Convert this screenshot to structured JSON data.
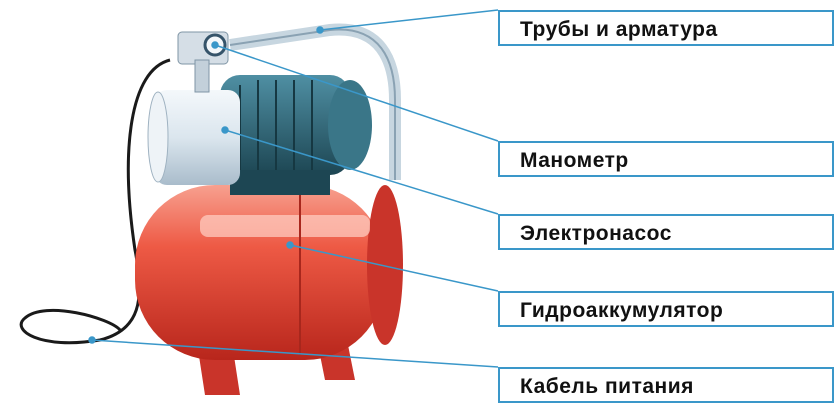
{
  "labels": {
    "pipes": "Трубы и арматура",
    "gauge": "Манометр",
    "pump": "Электронасос",
    "accumulator": "Гидроаккумулятор",
    "cable": "Кабель питания"
  },
  "colors": {
    "line": "#3a97c9",
    "tank": "#e8463a",
    "motor": "#2f6b7c",
    "pump_body": "#dfe9f0"
  }
}
